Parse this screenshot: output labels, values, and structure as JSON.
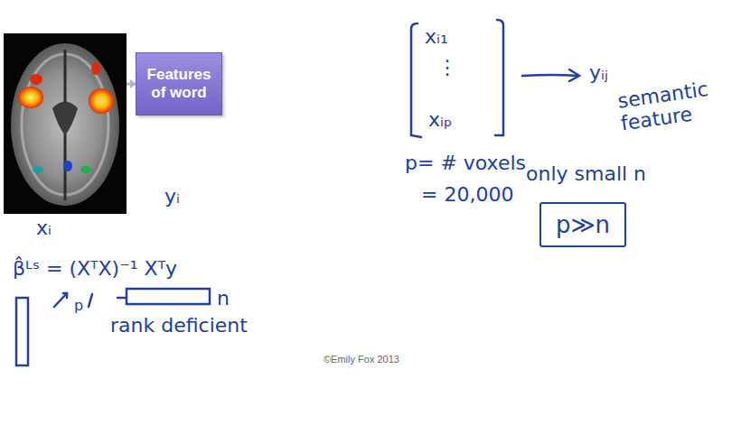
{
  "diagram": {
    "nodes": [
      {
        "text": [
          "Features of word"
        ]
      },
      {
        "text": [
          "p≫n"
        ]
      }
    ],
    "labels": [
      "xᵢ",
      "yᵢ",
      "xᵢ₁",
      "⋮",
      "xᵢₚ",
      "yᵢⱼ",
      "semantic feature",
      "p= # voxels",
      "= 20,000",
      "only small n",
      "β̂ᴸˢ = (XᵀX)⁻¹ Xᵀy",
      "p",
      "n",
      "rank deficient",
      "©Emily Fox 2013"
    ]
  }
}
